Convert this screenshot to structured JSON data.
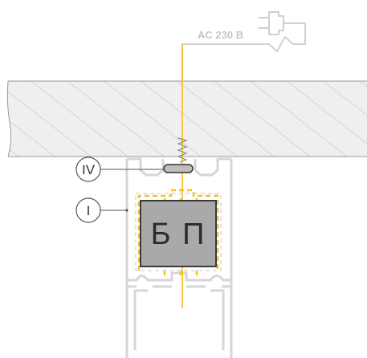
{
  "power_source": {
    "label": "AC 230 B"
  },
  "callouts": {
    "clamp": "IV",
    "profile": "I"
  },
  "psu": {
    "label": "Б П"
  },
  "icons": {
    "plug": "power-plug-icon"
  },
  "colors": {
    "cable": "#f4c325",
    "outline": "#d6d6d6",
    "psu_fill": "#a9a9a9",
    "psu_border": "#3a3a3a",
    "hatch": "#b5b5b5",
    "ceiling_fill": "#eeeeee",
    "text_dark": "#333333",
    "text_light": "#c7c7c7"
  }
}
